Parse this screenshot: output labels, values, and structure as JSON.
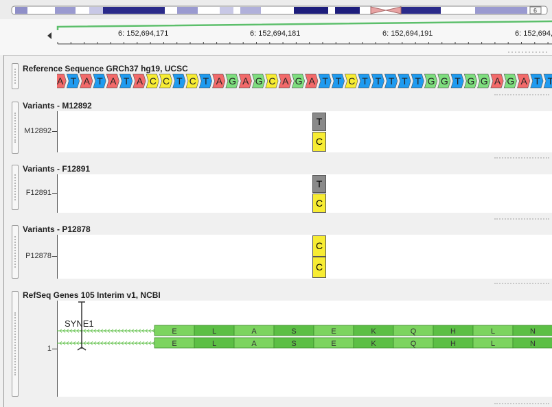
{
  "chromosome": {
    "label": "6",
    "highlight_color": "#e8a3a3"
  },
  "ruler": {
    "ticks": [
      {
        "label": "6: 152,694,171"
      },
      {
        "label": "6: 152,694,181"
      },
      {
        "label": "6: 152,694,191"
      },
      {
        "label": "6: 152,694,"
      }
    ]
  },
  "reference": {
    "title": "Reference Sequence GRCh37 hg19, UCSC",
    "sequence": "ATATATACCTCTAGAGCAGATTCTTTTTGGTGGAGATT",
    "base_colors": {
      "A": "#f26a6a",
      "T": "#1f9bf0",
      "C": "#f7ec33",
      "G": "#7ede7e"
    }
  },
  "variants": [
    {
      "title": "Variants - M12892",
      "sample": "M12892",
      "alleles": [
        "T",
        "C"
      ],
      "allele_colors": [
        "#8a8a8a",
        "#f7ec33"
      ]
    },
    {
      "title": "Variants - F12891",
      "sample": "F12891",
      "alleles": [
        "T",
        "C"
      ],
      "allele_colors": [
        "#8a8a8a",
        "#f7ec33"
      ]
    },
    {
      "title": "Variants - P12878",
      "sample": "P12878",
      "alleles": [
        "C",
        "C"
      ],
      "allele_colors": [
        "#f7ec33",
        "#f7ec33"
      ]
    }
  ],
  "genes": {
    "title": "RefSeq Genes 105 Interim v1, NCBI",
    "gene_name": "SYNE1",
    "row_label": "1",
    "amino_acids": [
      "E",
      "L",
      "A",
      "S",
      "E",
      "K",
      "Q",
      "H",
      "L",
      "N"
    ],
    "exon_colors": [
      "#7cd45f",
      "#5cbf45"
    ]
  }
}
